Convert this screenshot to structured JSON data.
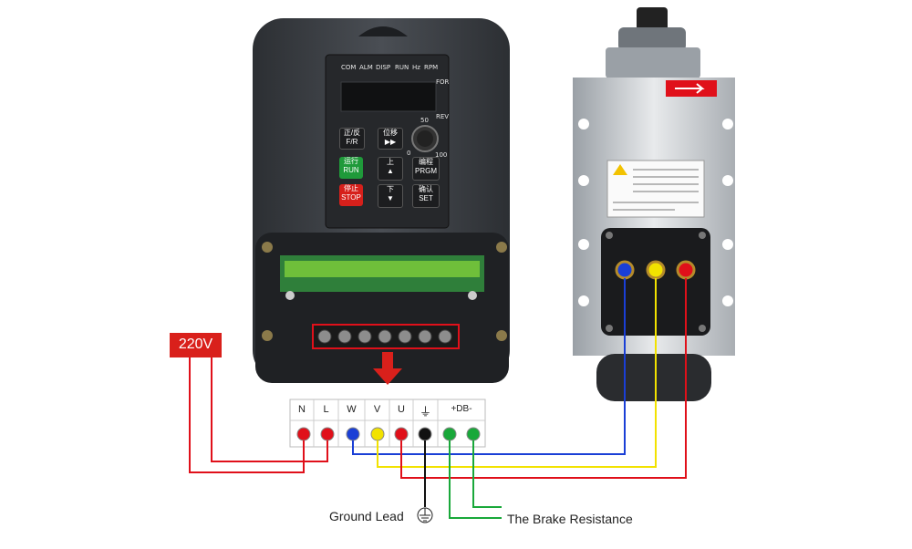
{
  "supply_label": "220V",
  "panel": {
    "indicators": [
      "COM",
      "ALM",
      "DISP",
      "RUN",
      "Hz",
      "RPM"
    ],
    "for_label": "FOR",
    "rev_label": "REV",
    "knob_marks": [
      "50",
      "0",
      "100"
    ],
    "keys": {
      "fr_cn": "正/反",
      "fr": "F/R",
      "shift_cn": "位移",
      "shift_glyph": "▶▶",
      "run_cn": "运行",
      "run": "RUN",
      "up_cn": "上",
      "up_glyph": "▲",
      "prgm_cn": "编程",
      "prgm": "PRGM",
      "stop_cn": "停止",
      "stop": "STOP",
      "down_cn": "下",
      "down_glyph": "▼",
      "set_cn": "确认",
      "set": "SET"
    }
  },
  "terminals": [
    "N",
    "L",
    "W",
    "V",
    "U",
    "⏚",
    "+DB-"
  ],
  "callouts": {
    "ground": "Ground Lead",
    "brake": "The Brake Resistance"
  },
  "colors": {
    "phase_w": "#1a3fd6",
    "phase_v": "#f2e200",
    "phase_u": "#e0101a",
    "supply": "#e0101a",
    "ground": "#111111",
    "brake": "#19a83a",
    "accent": "#d9201b"
  }
}
